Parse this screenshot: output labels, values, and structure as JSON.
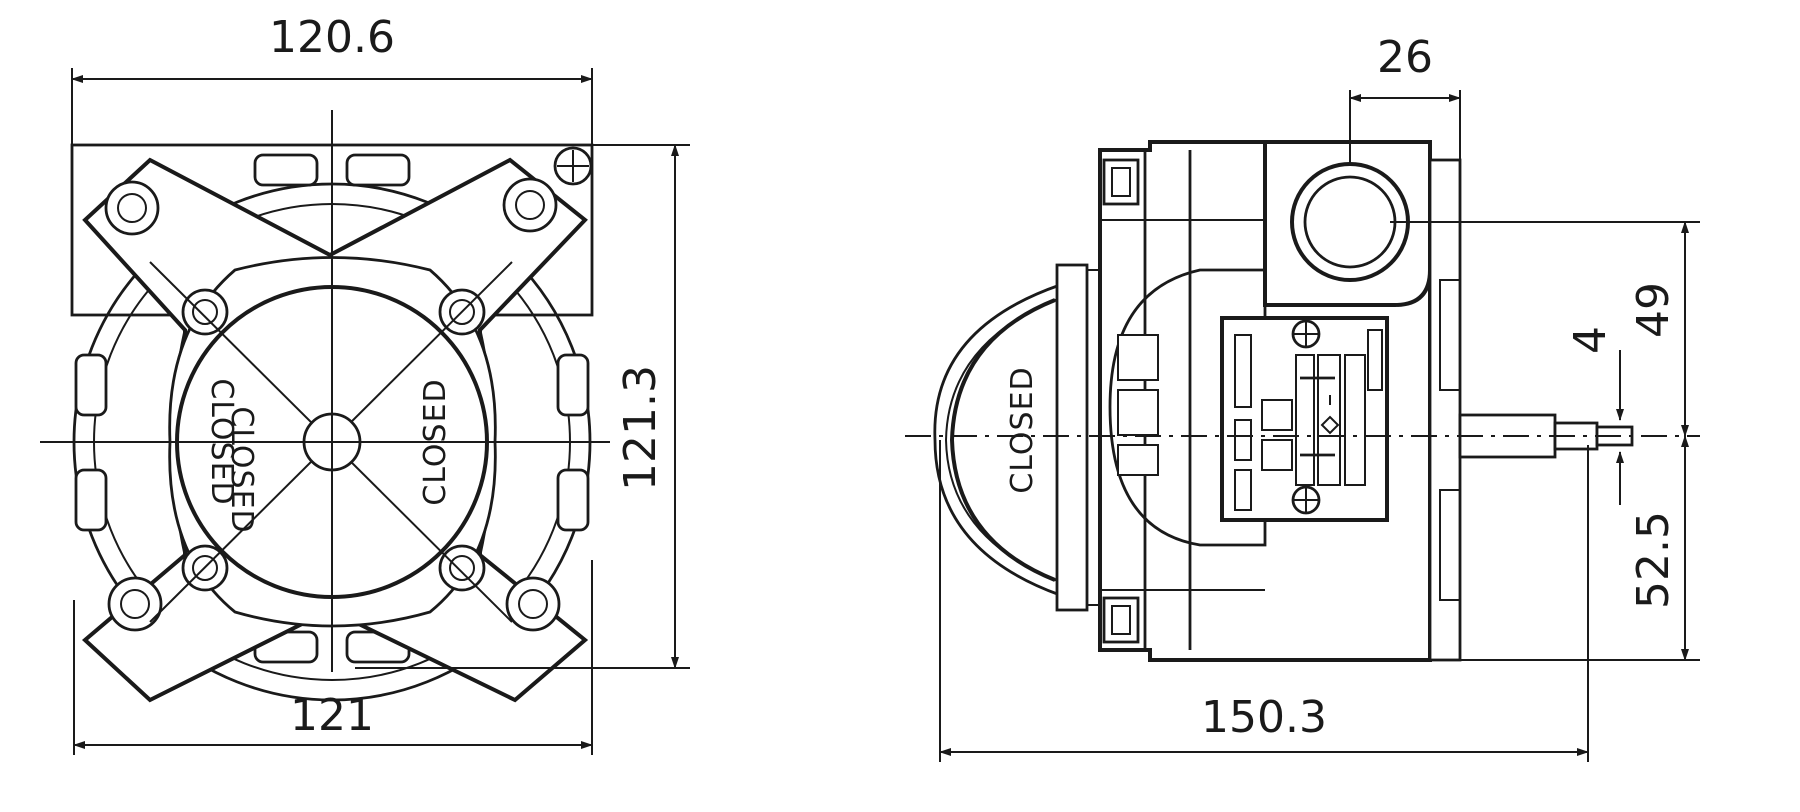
{
  "front_view": {
    "dims": {
      "top_width": "120.6",
      "bottom_width": "121",
      "height": "121.3"
    },
    "labels": [
      "CLOSED",
      "CLOSED",
      "CLOSED"
    ]
  },
  "side_view": {
    "dims": {
      "port_width": "26",
      "upper_height": "49",
      "shaft_dia": "4",
      "lower_height": "52.5",
      "overall_length": "150.3"
    },
    "label": "CLOSED"
  }
}
